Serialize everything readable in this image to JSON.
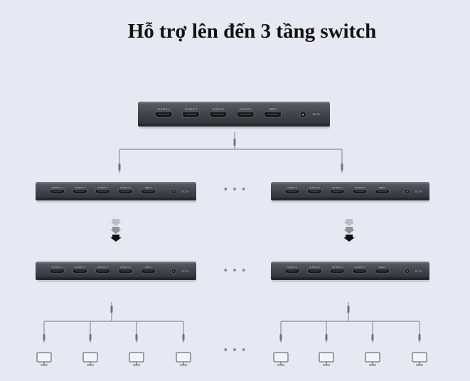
{
  "title": "Hỗ trợ lên đến 3 tầng switch",
  "switch": {
    "port_labels": [
      "OUTPUT 4",
      "OUTPUT 3",
      "OUTPUT 2",
      "OUTPUT 1",
      "INPUT"
    ],
    "power_label": "DC 5V"
  },
  "ellipsis": "• • •",
  "tiers": 3,
  "monitors_per_branch": 4
}
